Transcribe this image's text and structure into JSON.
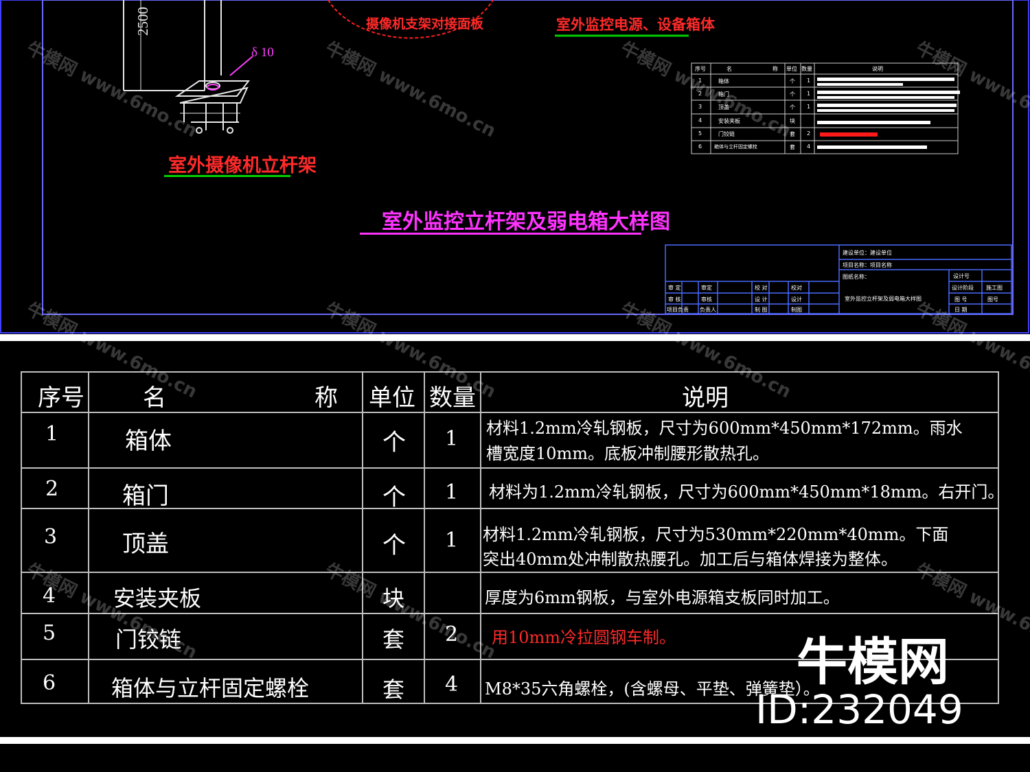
{
  "drawing": {
    "dimension_label": "2500",
    "thickness_label": "δ 10",
    "camera_plate_label": "摄像机支架对接面板",
    "cabinet_label": "室外监控电源、设备箱体",
    "pole_label": "室外摄像机立杆架",
    "main_title": "室外监控立杆架及弱电箱大样图",
    "mini_table": {
      "header": [
        "序号",
        "名",
        "称",
        "单位",
        "数量",
        "说明"
      ],
      "rows": [
        {
          "no": "1",
          "name": "箱体",
          "unit": "个",
          "qty": "1"
        },
        {
          "no": "2",
          "name": "箱门",
          "unit": "个",
          "qty": "1"
        },
        {
          "no": "3",
          "name": "顶盖",
          "unit": "个",
          "qty": "1"
        },
        {
          "no": "4",
          "name": "安装夹板",
          "unit": "块",
          "qty": ""
        },
        {
          "no": "5",
          "name": "门铰链",
          "unit": "套",
          "qty": "2"
        },
        {
          "no": "6",
          "name": "箱体与立杆固定螺栓",
          "unit": "套",
          "qty": "4"
        }
      ]
    },
    "title_block": {
      "project_lines": [
        "建设单位：建设单位",
        "项目名称：项目名称",
        "图纸名称："
      ],
      "drawing_name": "室外监控立杆架及弱电箱大样图",
      "left_rows": [
        [
          "审 定",
          "审定",
          "校 对",
          "校对"
        ],
        [
          "审 核",
          "审核",
          "设 计",
          "设计"
        ],
        [
          "项目负责",
          "负责人",
          "制 图",
          "制图"
        ]
      ],
      "right_rows": [
        [
          "设计号",
          ""
        ],
        [
          "设计阶段",
          "施工图"
        ],
        [
          "图 号",
          "图号"
        ],
        [
          "日 期",
          ""
        ]
      ]
    }
  },
  "table": {
    "headers": {
      "no": "序号",
      "name_left": "名",
      "name_right": "称",
      "unit": "单位",
      "qty": "数量",
      "desc": "说明"
    },
    "rows": [
      {
        "no": "1",
        "name": "箱体",
        "unit": "个",
        "qty": "1",
        "desc": [
          "材料1.2mm冷轧钢板，尺寸为600mm*450mm*172mm。雨水",
          "槽宽度10mm。底板冲制腰形散热孔。"
        ]
      },
      {
        "no": "2",
        "name": "箱门",
        "unit": "个",
        "qty": "1",
        "desc": [
          "材料为1.2mm冷轧钢板，尺寸为600mm*450mm*18mm。右开门。"
        ]
      },
      {
        "no": "3",
        "name": "顶盖",
        "unit": "个",
        "qty": "1",
        "desc": [
          "材料1.2mm冷轧钢板，尺寸为530mm*220mm*40mm。下面",
          "突出40mm处冲制散热腰孔。加工后与箱体焊接为整体。"
        ]
      },
      {
        "no": "4",
        "name": "安装夹板",
        "unit": "块",
        "qty": "",
        "desc": [
          "厚度为6mm钢板，与室外电源箱支板同时加工。"
        ]
      },
      {
        "no": "5",
        "name": "门铰链",
        "unit": "套",
        "qty": "2",
        "desc": [
          "用10mm冷拉圆钢车制。"
        ]
      },
      {
        "no": "6",
        "name": "箱体与立杆固定螺栓",
        "unit": "套",
        "qty": "4",
        "desc": [
          "M8*35六角螺栓，(含螺母、平垫、弹簧垫）。"
        ]
      }
    ]
  },
  "branding": {
    "logo_text": "牛模网",
    "id_text": "ID:232049"
  },
  "watermark": {
    "brand": "牛模网",
    "url": "www.6mo.cn"
  },
  "colors": {
    "background": "#000000",
    "frame_blue": "#3a3aff",
    "label_red": "#ff2a2a",
    "title_magenta": "#ff33ff",
    "underline_green": "#00d000",
    "grid_lines": "#cfcfcf"
  }
}
